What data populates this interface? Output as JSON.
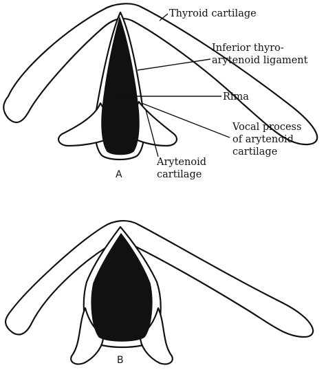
{
  "panels": [
    {
      "id": "A",
      "letter": "A",
      "labels": {
        "thyroid": "Thyroid cartilage",
        "inferior_line1": "Inferior thyro-",
        "inferior_line2": "arytenoid ligament",
        "rima": "Rima",
        "vocal_line1": "Vocal process",
        "vocal_line2": "of arytenoid",
        "vocal_line3": "cartilage",
        "arytenoid_line1": "Arytenoid",
        "arytenoid_line2": "cartilage"
      }
    },
    {
      "id": "B",
      "letter": "B"
    }
  ],
  "colors": {
    "ink": "#111111",
    "background": "#ffffff"
  }
}
